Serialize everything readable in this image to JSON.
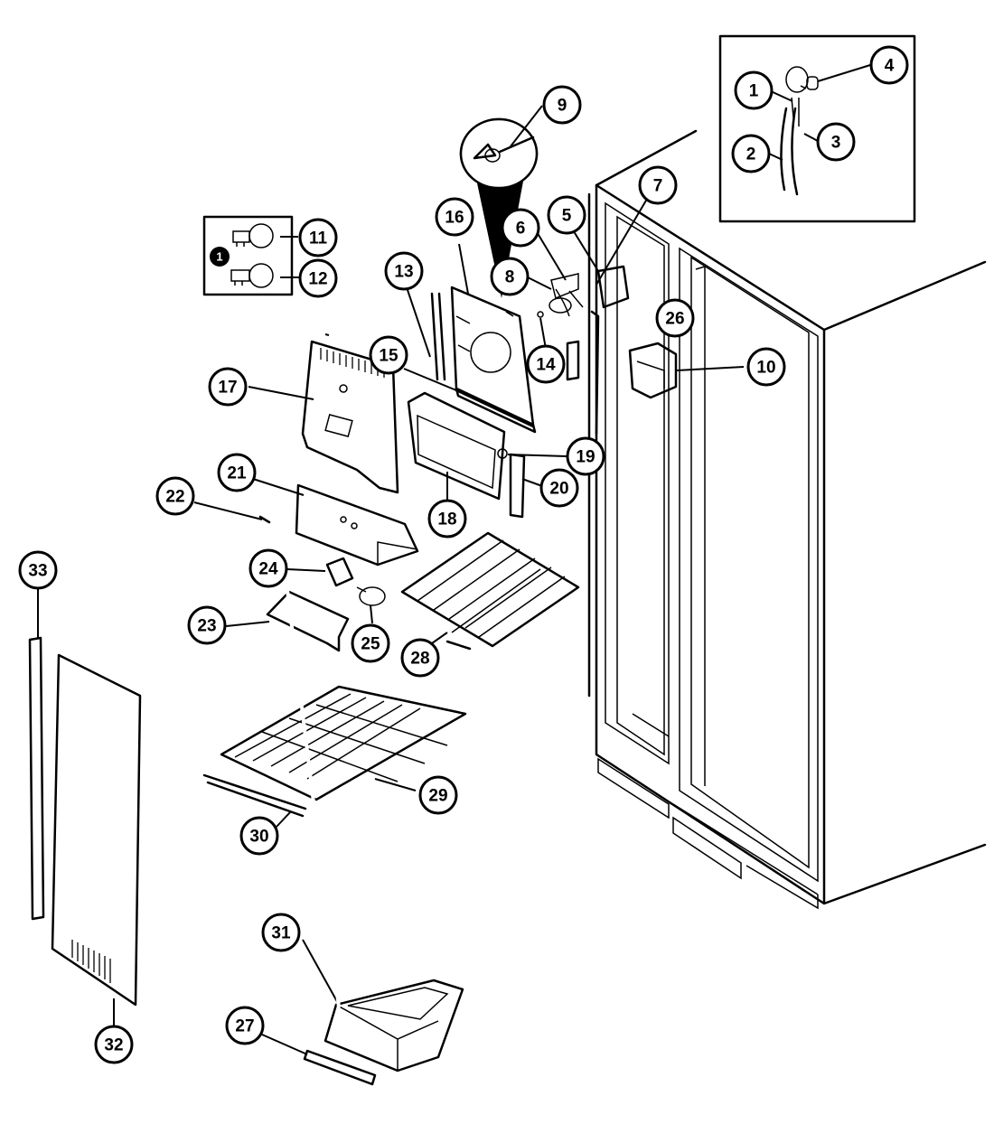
{
  "callouts": [
    {
      "id": "1",
      "label": "1"
    },
    {
      "id": "2",
      "label": "2"
    },
    {
      "id": "3",
      "label": "3"
    },
    {
      "id": "4",
      "label": "4"
    },
    {
      "id": "5",
      "label": "5"
    },
    {
      "id": "6",
      "label": "6"
    },
    {
      "id": "7",
      "label": "7"
    },
    {
      "id": "8",
      "label": "8"
    },
    {
      "id": "9",
      "label": "9"
    },
    {
      "id": "10",
      "label": "10"
    },
    {
      "id": "11",
      "label": "11"
    },
    {
      "id": "12",
      "label": "12"
    },
    {
      "id": "13",
      "label": "13"
    },
    {
      "id": "14",
      "label": "14"
    },
    {
      "id": "15",
      "label": "15"
    },
    {
      "id": "16",
      "label": "16"
    },
    {
      "id": "17",
      "label": "17"
    },
    {
      "id": "18",
      "label": "18"
    },
    {
      "id": "19",
      "label": "19"
    },
    {
      "id": "20",
      "label": "20"
    },
    {
      "id": "21",
      "label": "21"
    },
    {
      "id": "22",
      "label": "22"
    },
    {
      "id": "23",
      "label": "23"
    },
    {
      "id": "24",
      "label": "24"
    },
    {
      "id": "25",
      "label": "25"
    },
    {
      "id": "26",
      "label": "26"
    },
    {
      "id": "27",
      "label": "27"
    },
    {
      "id": "28",
      "label": "28"
    },
    {
      "id": "29",
      "label": "29"
    },
    {
      "id": "30",
      "label": "30"
    },
    {
      "id": "31",
      "label": "31"
    },
    {
      "id": "32",
      "label": "32"
    },
    {
      "id": "33",
      "label": "33"
    }
  ],
  "inset_marker": "1"
}
